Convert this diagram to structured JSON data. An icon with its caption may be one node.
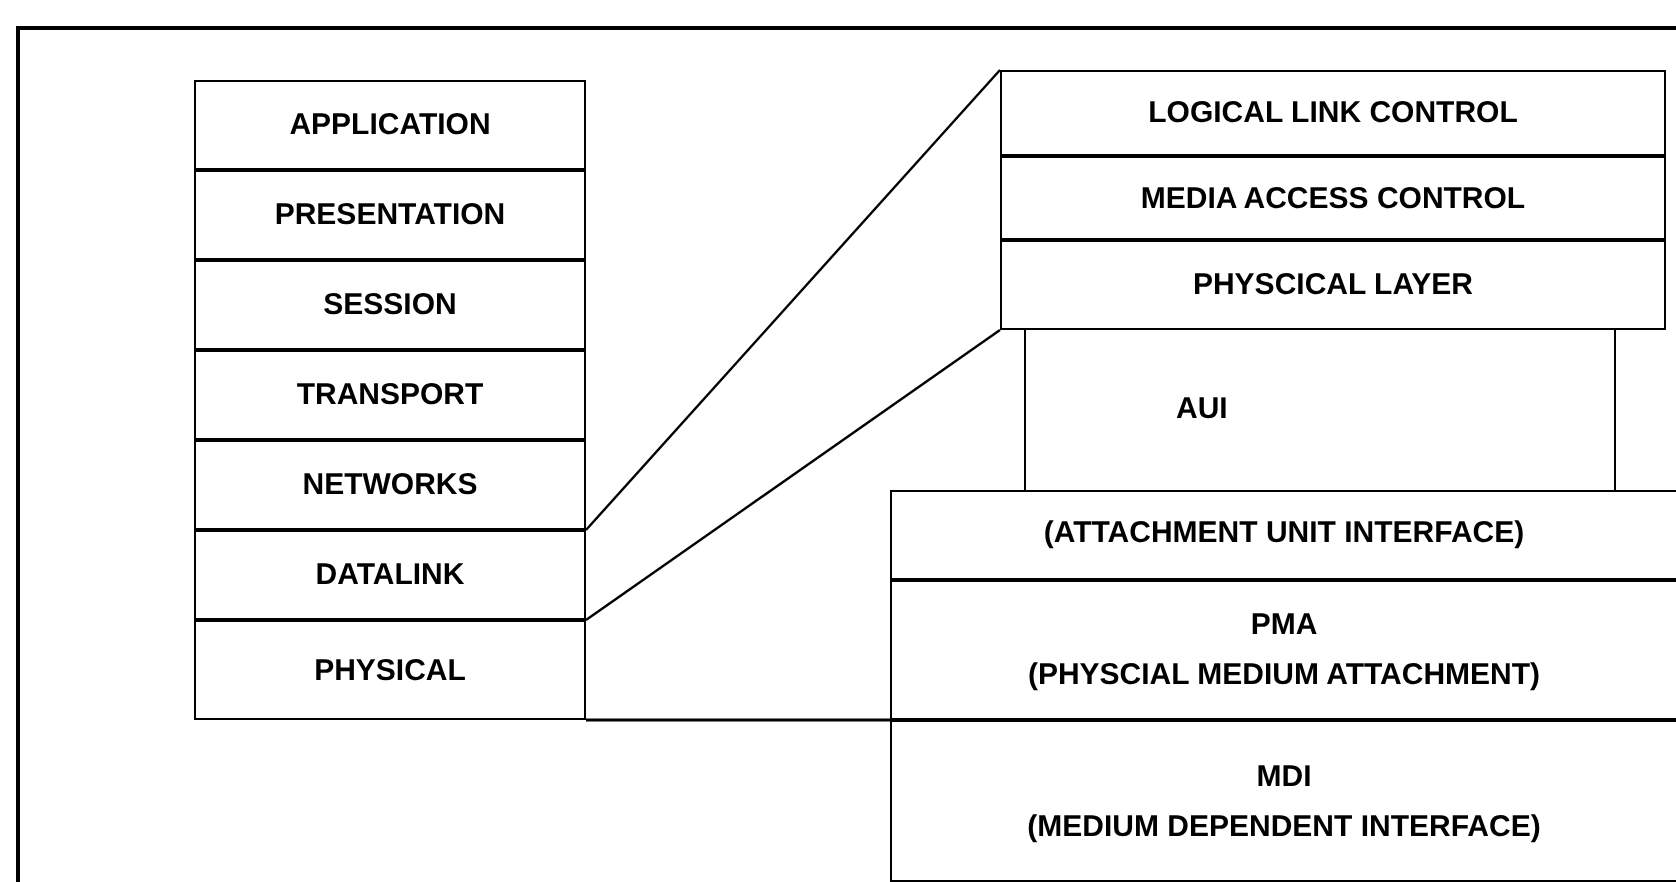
{
  "diagram": {
    "nodes": [
      {
        "text": [
          "APPLICATION"
        ]
      },
      {
        "text": [
          "PRESENTATION"
        ]
      },
      {
        "text": [
          "SESSION"
        ]
      },
      {
        "text": [
          "TRANSPORT"
        ]
      },
      {
        "text": [
          "NETWORKS"
        ]
      },
      {
        "text": [
          "DATALINK"
        ]
      },
      {
        "text": [
          "PHYSICAL"
        ]
      },
      {
        "text": [
          "LOGICAL LINK CONTROL"
        ]
      },
      {
        "text": [
          "MEDIA ACCESS CONTROL"
        ]
      },
      {
        "text": [
          "PHYSCICAL LAYER"
        ]
      },
      {
        "text": [
          "AUI",
          "(ATTACHMENT UNIT INTERFACE)"
        ]
      },
      {
        "text": [
          "PMA",
          "(PHYSCIAL MEDIUM ATTACHMENT)"
        ]
      },
      {
        "text": [
          "MDI",
          "(MEDIUM DEPENDENT INTERFACE)"
        ]
      }
    ],
    "edges": [
      {
        "from": 5,
        "to": 7,
        "arrow": "none"
      },
      {
        "from": 6,
        "to": 9,
        "arrow": "none"
      }
    ]
  }
}
